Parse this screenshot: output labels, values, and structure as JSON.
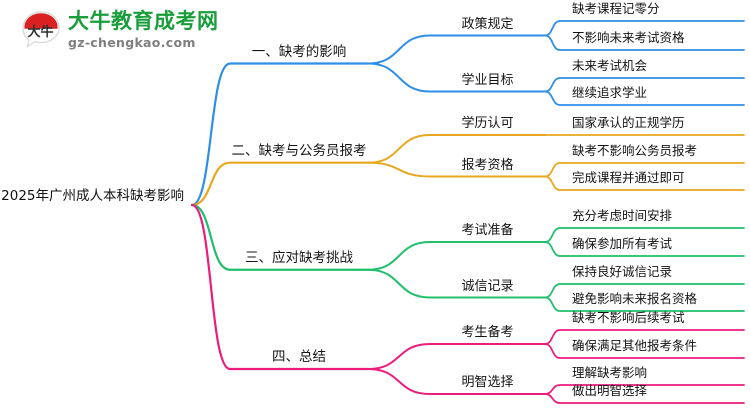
{
  "logo": {
    "mark_text": "大牛",
    "title": "大牛教育成考网",
    "subtitle": "gz-chengkao.com",
    "title_color": "#1a9e3c",
    "subtitle_color": "#7f7f7f",
    "mark_color": "#d92121"
  },
  "mindmap": {
    "root": {
      "label": "2025年广州成人本科缺考影响"
    },
    "branches": [
      {
        "label": "一、缺考的影响",
        "color": "#2e8fe8",
        "children": [
          {
            "label": "政策规定",
            "leaves": [
              "缺考课程记零分",
              "不影响未来考试资格"
            ]
          },
          {
            "label": "学业目标",
            "leaves": [
              "未来考试机会",
              "继续追求学业"
            ]
          }
        ]
      },
      {
        "label": "二、缺考与公务员报考",
        "color": "#e8a71e",
        "children": [
          {
            "label": "学历认可",
            "leaves": [
              "国家承认的正规学历"
            ]
          },
          {
            "label": "报考资格",
            "leaves": [
              "缺考不影响公务员报考",
              "完成课程并通过即可"
            ]
          }
        ]
      },
      {
        "label": "三、应对缺考挑战",
        "color": "#1fbf6b",
        "children": [
          {
            "label": "考试准备",
            "leaves": [
              "充分考虑时间安排",
              "确保参加所有考试"
            ]
          },
          {
            "label": "诚信记录",
            "leaves": [
              "保持良好诚信记录",
              "避免影响未来报名资格"
            ]
          }
        ]
      },
      {
        "label": "四、总结",
        "color": "#ec1c7d",
        "children": [
          {
            "label": "考生备考",
            "leaves": [
              "缺考不影响后续考试",
              "确保满足其他报考条件"
            ]
          },
          {
            "label": "明智选择",
            "leaves": [
              "理解缺考影响",
              "做出明智选择"
            ]
          }
        ]
      }
    ]
  }
}
